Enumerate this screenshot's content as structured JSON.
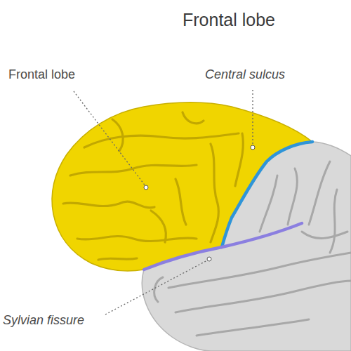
{
  "diagram": {
    "title": "Frontal lobe",
    "labels": [
      "Frontal lobe",
      "Central sulcus",
      "Sylvian fissure"
    ]
  }
}
